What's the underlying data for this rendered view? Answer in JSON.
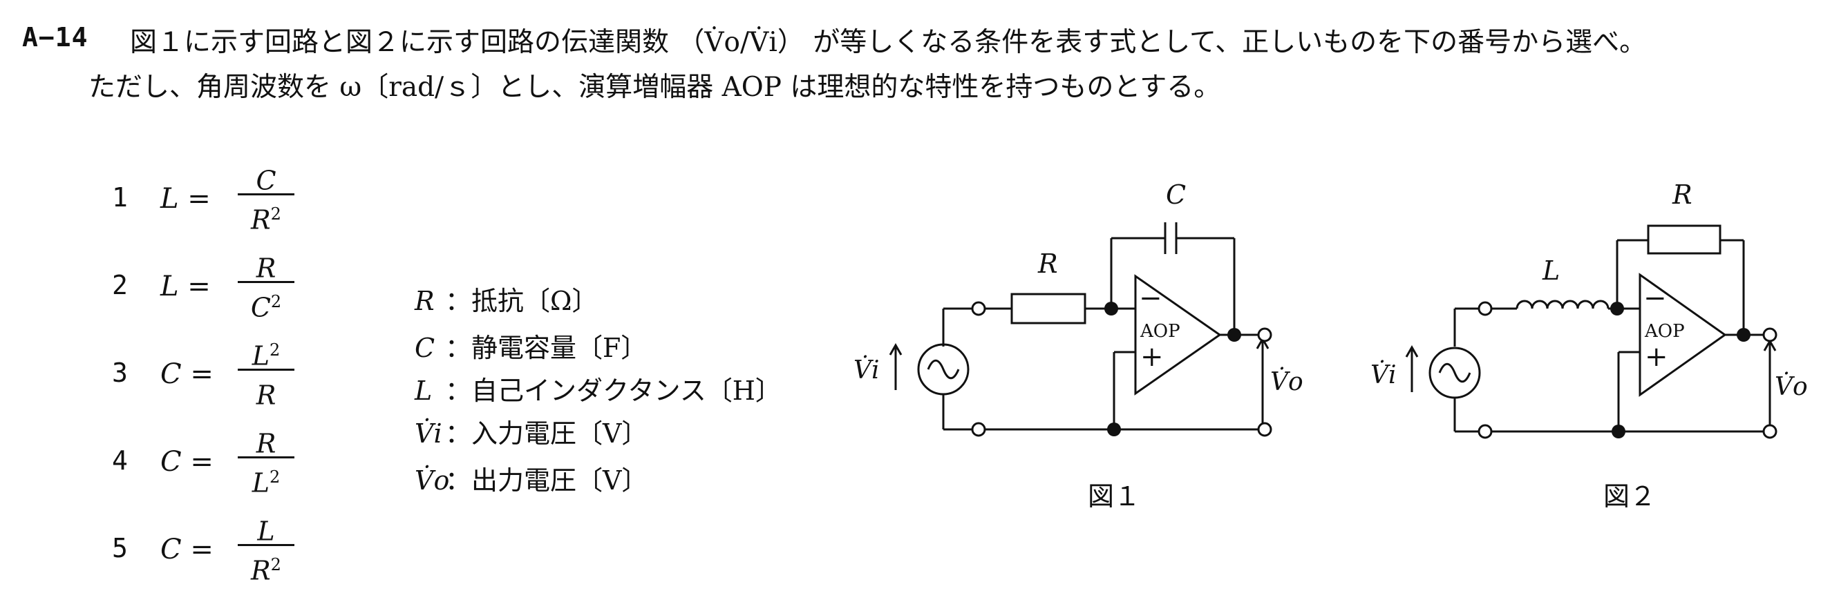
{
  "question": {
    "number": "A−14",
    "line1": "図１に示す回路と図２に示す回路の伝達関数 （V̇o/V̇i） が等しくなる条件を表す式として、正しいものを下の番号から選べ。",
    "line2": "ただし、角周波数を ω〔rad/ｓ〕とし、演算増幅器 AOP は理想的な特性を持つものとする。"
  },
  "options": [
    {
      "num": "1",
      "lhs": "L =",
      "numer": "C",
      "denom": "R",
      "denom_sup": "2",
      "numer_sup": ""
    },
    {
      "num": "2",
      "lhs": "L =",
      "numer": "R",
      "denom": "C",
      "denom_sup": "2",
      "numer_sup": ""
    },
    {
      "num": "3",
      "lhs": "C =",
      "numer": "L",
      "denom": "R",
      "denom_sup": "",
      "numer_sup": "2"
    },
    {
      "num": "4",
      "lhs": "C =",
      "numer": "R",
      "denom": "L",
      "denom_sup": "2",
      "numer_sup": ""
    },
    {
      "num": "5",
      "lhs": "C =",
      "numer": "L",
      "denom": "R",
      "denom_sup": "2",
      "numer_sup": ""
    }
  ],
  "legend": [
    {
      "sym": "R",
      "text": "：抵抗〔Ω〕"
    },
    {
      "sym": "C",
      "text": "：静電容量〔F〕"
    },
    {
      "sym": "L",
      "text": "：自己インダクタンス〔H〕"
    },
    {
      "sym": "V̇i",
      "text": "：入力電圧〔V〕"
    },
    {
      "sym": "V̇o",
      "text": "：出力電圧〔V〕"
    }
  ],
  "figures": {
    "fig1": {
      "caption": "図１",
      "r_label": "R",
      "c_label": "C",
      "vi": "V̇i",
      "vo": "V̇o",
      "opamp": "AOP",
      "minus": "−",
      "plus": "+"
    },
    "fig2": {
      "caption": "図２",
      "r_label": "R",
      "l_label": "L",
      "vi": "V̇i",
      "vo": "V̇o",
      "opamp": "AOP",
      "minus": "−",
      "plus": "+"
    }
  }
}
